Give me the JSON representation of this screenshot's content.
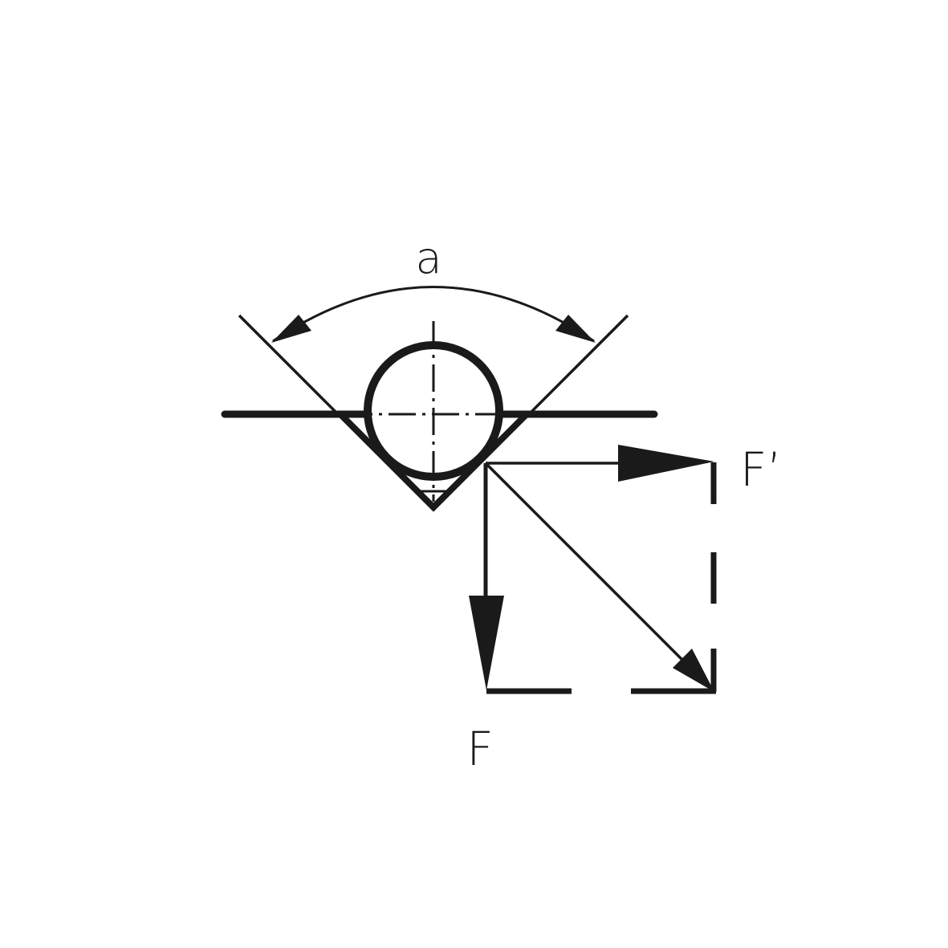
{
  "labels": {
    "angle": "a",
    "force": "F",
    "force_prime": "F’"
  },
  "colors": {
    "stroke": "#1a1a1a",
    "background": "#ffffff"
  }
}
